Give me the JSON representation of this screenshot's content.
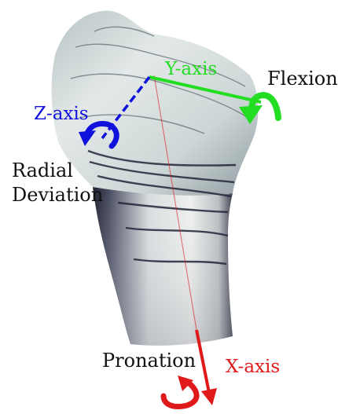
{
  "labels": {
    "flexion": "Flexion",
    "radial_deviation_line1": "Radial",
    "radial_deviation_line2": "Deviation",
    "pronation": "Pronation",
    "y_axis": "Y-axis",
    "z_axis": "Z-axis",
    "x_axis": "X-axis"
  },
  "colors": {
    "y_axis": "#22dd22",
    "z_axis": "#1111dd",
    "x_axis": "#e01a1a",
    "bone_light": "#e6ebeb",
    "bone_mid": "#a9b6b8",
    "bone_dark": "#2e3140"
  }
}
